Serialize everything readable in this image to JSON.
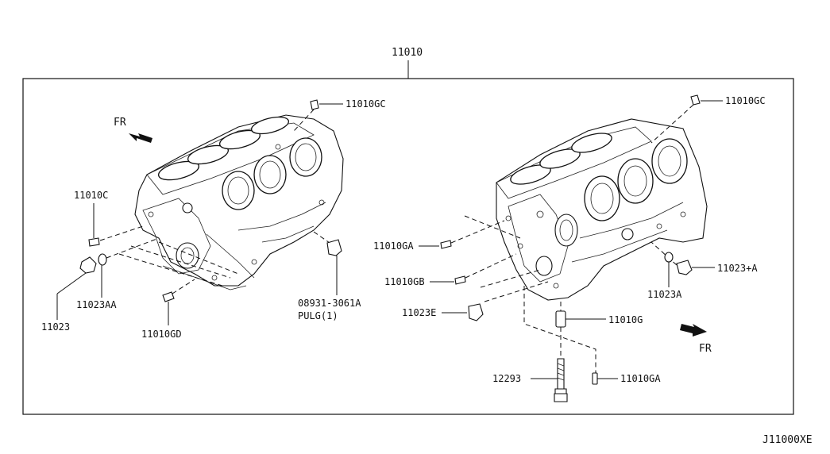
{
  "diagram": {
    "assembly_number": "11010",
    "footer_code": "J11000XE",
    "left_block": {
      "front_label": "FR",
      "callouts": {
        "gc": "11010GC",
        "c": "11010C",
        "aa": "11023AA",
        "plug_a": "11023",
        "gd": "11010GD",
        "plug_part": "08931-3061A",
        "plug_name": "PULG(1)"
      }
    },
    "right_block": {
      "front_label": "FR",
      "callouts": {
        "gc": "11010GC",
        "ga_top": "11010GA",
        "gb": "11010GB",
        "e": "11023E",
        "a_plus": "11023+A",
        "a": "11023A",
        "g": "11010G",
        "bolt": "12293",
        "ga_bottom": "11010GA"
      }
    }
  }
}
